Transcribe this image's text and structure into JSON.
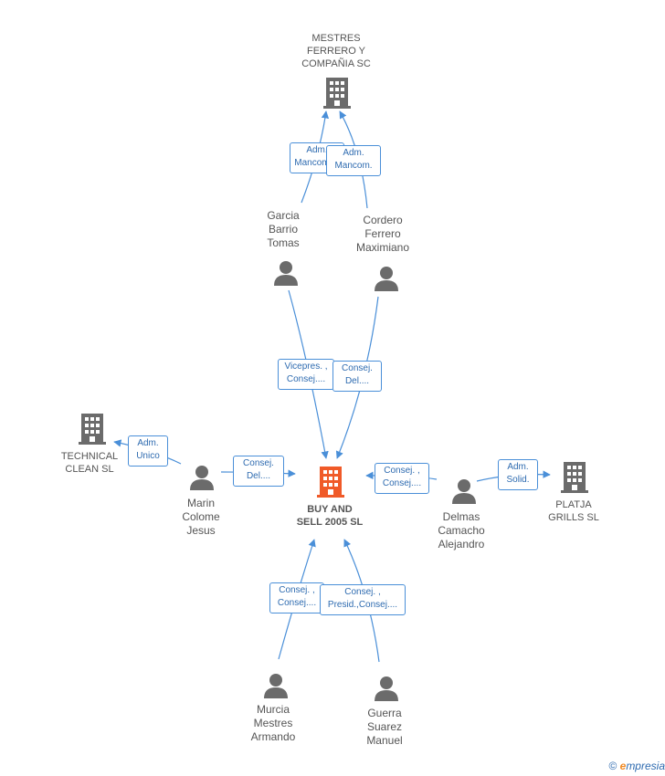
{
  "nodes": {
    "mestres": "MESTRES\nFERRERO Y\nCOMPAÑIA SC",
    "garcia": "Garcia\nBarrio\nTomas",
    "cordero": "Cordero\nFerrero\nMaximiano",
    "technical": "TECHNICAL\nCLEAN SL",
    "marin": "Marin\nColome\nJesus",
    "buyandsell": "BUY AND\nSELL 2005 SL",
    "delmas": "Delmas\nCamacho\nAlejandro",
    "platja": "PLATJA\nGRILLS SL",
    "murcia": "Murcia\nMestres\nArmando",
    "guerra": "Guerra\nSuarez\nManuel"
  },
  "roles": {
    "garcia_mestres": "Adm.\nMancom....",
    "cordero_mestres": "Adm.\nMancom.",
    "garcia_buy": "Vicepres. ,\nConsej....",
    "cordero_buy": "Consej.\nDel....",
    "marin_technical": "Adm.\nUnico",
    "marin_buy": "Consej.\nDel....",
    "delmas_buy": "Consej. ,\nConsej....",
    "delmas_platja": "Adm.\nSolid.",
    "murcia_buy": "Consej. ,\nConsej....",
    "guerra_buy": "Consej. ,\nPresid.,Consej...."
  },
  "footer": {
    "copyright": "©",
    "brand_e": "e",
    "brand_rest": "mpresia"
  },
  "colors": {
    "company": "#6b6b6b",
    "main_company": "#f05a28",
    "person": "#6b6b6b",
    "edge": "#4a8fd8",
    "role_text": "#2e6bb0"
  }
}
